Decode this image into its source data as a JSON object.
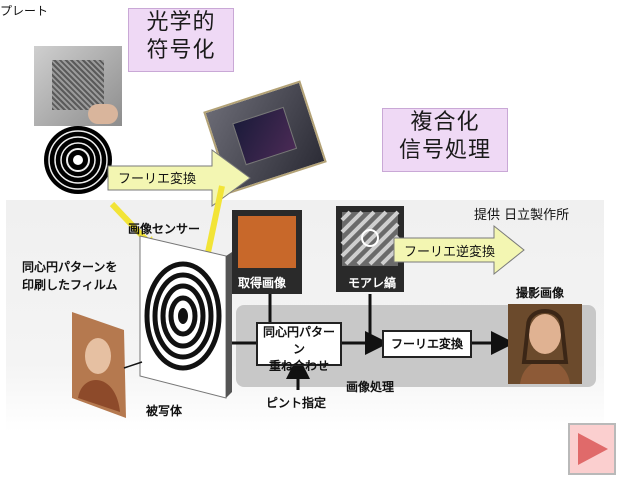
{
  "plate_label": "プレート",
  "optical_encoding": [
    "光学的",
    "符号化"
  ],
  "composite_processing": [
    "複合化",
    "信号処理"
  ],
  "fourier_transform_top": "フーリエ変換",
  "provided_by": "提供 日立製作所",
  "image_sensor": "画像センサー",
  "film_label": [
    "同心円パターンを",
    "印刷したフィルム"
  ],
  "acquired_image": "取得画像",
  "moire_pattern": "モアレ縞",
  "inverse_fourier": "フーリエ逆変換",
  "captured_image": "撮影画像",
  "overlay_box": [
    "同心円パターン",
    "重ね合わせ"
  ],
  "fourier_box": "フーリエ変換",
  "subject": "被写体",
  "focus": "ピント指定",
  "image_processing": "画像処理",
  "colors": {
    "lavender": "#efd9f5",
    "arrow_fill": "#f3f6b2",
    "yellow_arrow": "#f2e437",
    "next_button": "#fbcfcf"
  },
  "icons": [
    "play-right-icon"
  ]
}
